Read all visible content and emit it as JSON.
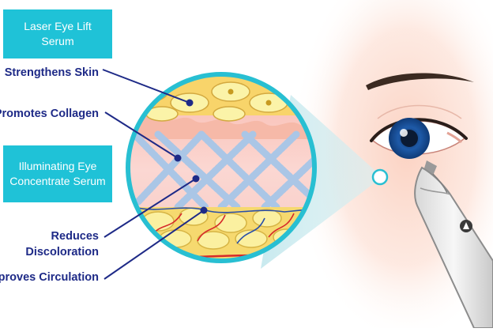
{
  "serums": [
    {
      "label": "Laser Eye Lift Serum"
    },
    {
      "label": "Illuminating Eye Concentrate Serum"
    }
  ],
  "benefits": [
    {
      "label": "Strengthens Skin"
    },
    {
      "label": "Promotes Collagen"
    },
    {
      "label": "Reduces Discoloration"
    },
    {
      "label": "Improves Circulation"
    }
  ],
  "illustration": {
    "magnifier_ring_icon": "magnified-skin-cross-section",
    "eye_icon": "eye-icon",
    "device_icon": "laser-device-icon"
  },
  "colors": {
    "serum_box": "#1fc2d7",
    "benefit_text": "#1e2a87",
    "ring": "#28bfd2",
    "skin_glow": "#fbd2c2"
  }
}
